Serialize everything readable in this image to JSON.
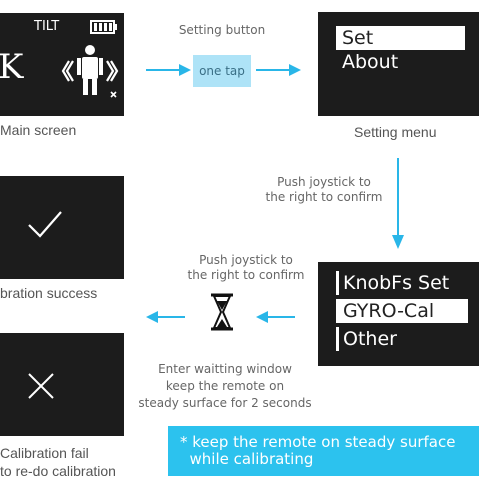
{
  "main_screen": {
    "mode_label": "TILT",
    "letter": "K",
    "caption": "Main screen"
  },
  "setting_button": {
    "label": "Setting button",
    "tap_label": "one tap"
  },
  "setting_menu": {
    "items": [
      "Set",
      "About"
    ],
    "caption": "Setting menu"
  },
  "confirm_note_1": [
    "Push joystick to",
    "the right to confirm"
  ],
  "set_menu": {
    "items": [
      "KnobFs Set",
      "GYRO-Cal",
      "Other"
    ],
    "selected_index": 1
  },
  "confirm_note_2": [
    "Push joystick to",
    "the right to confirm"
  ],
  "waiting_note": [
    "Enter waitting window",
    "keep the remote on",
    "steady surface  for 2 seconds"
  ],
  "success": {
    "symbol": "✓",
    "caption": "bration success"
  },
  "fail": {
    "symbol": "✕",
    "caption_lines": [
      "Calibration fail",
      "to re-do calibration"
    ]
  },
  "banner": {
    "lines": [
      "* keep the remote on steady surface",
      "  while calibrating"
    ]
  },
  "colors": {
    "arrow": "#29b6e8",
    "screen": "#1c1c1c",
    "banner": "#2cc2ee",
    "tap_box": "#aee3f7"
  }
}
